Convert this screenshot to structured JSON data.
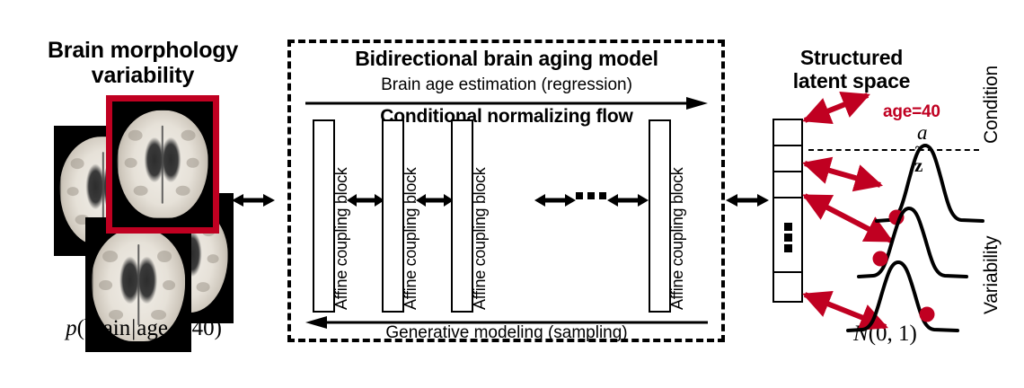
{
  "figure": {
    "domain": "scientific-diagram",
    "background": "#ffffff",
    "accent_red": "#c00021",
    "ink": "#000000"
  },
  "left": {
    "title_line1": "Brain morphology",
    "title_line2": "variability",
    "formula": {
      "p": "p",
      "open": "(",
      "brain": "brain",
      "bar": "|",
      "age": "age",
      "equals": "=",
      "value": "40",
      "close": ")",
      "full": "p(brain|age = 40)"
    },
    "images": [
      {
        "name": "brain-slice-highlighted",
        "highlighted": true,
        "border_color": "#c00021"
      },
      {
        "name": "brain-slice-left",
        "highlighted": false
      },
      {
        "name": "brain-slice-right",
        "highlighted": false
      },
      {
        "name": "brain-slice-bottom",
        "highlighted": false
      }
    ]
  },
  "center": {
    "title": "Bidirectional brain aging model",
    "top_arrow_label": "Brain age estimation (regression)",
    "subtitle": "Conditional normalizing flow",
    "bottom_arrow_label": "Generative modeling (sampling)",
    "blocks": [
      {
        "label": "Affine coupling block"
      },
      {
        "label": "Affine coupling block"
      },
      {
        "label": "Affine coupling block"
      },
      {
        "label": "Affine coupling block"
      }
    ],
    "ellipsis": "..."
  },
  "right": {
    "title_line1": "Structured",
    "title_line2": "latent space",
    "age_annotation": "age=40",
    "condition_symbol": "a",
    "latent_symbol": "z",
    "latent_symbol_accent": "~",
    "distribution_label": "N(0,1)",
    "distribution_parts": {
      "cal": "N",
      "args": "(0, 1)"
    },
    "side_labels": {
      "condition": "Condition",
      "variability": "Variability"
    },
    "latent_cells": [
      {
        "name": "latent-cell-condition"
      },
      {
        "name": "latent-cell-1"
      },
      {
        "name": "latent-cell-2"
      },
      {
        "name": "latent-cell-middle"
      },
      {
        "name": "latent-cell-last"
      }
    ],
    "vertical_ellipsis": "⋮",
    "gaussians": [
      {
        "name": "gaussian-top",
        "sample_position": "left-tail"
      },
      {
        "name": "gaussian-middle",
        "sample_position": "left-shoulder"
      },
      {
        "name": "gaussian-bottom",
        "sample_position": "right-shoulder"
      }
    ]
  },
  "connectors": {
    "left_to_center": "bidirectional",
    "center_to_right": "bidirectional",
    "between_blocks": "bidirectional"
  }
}
